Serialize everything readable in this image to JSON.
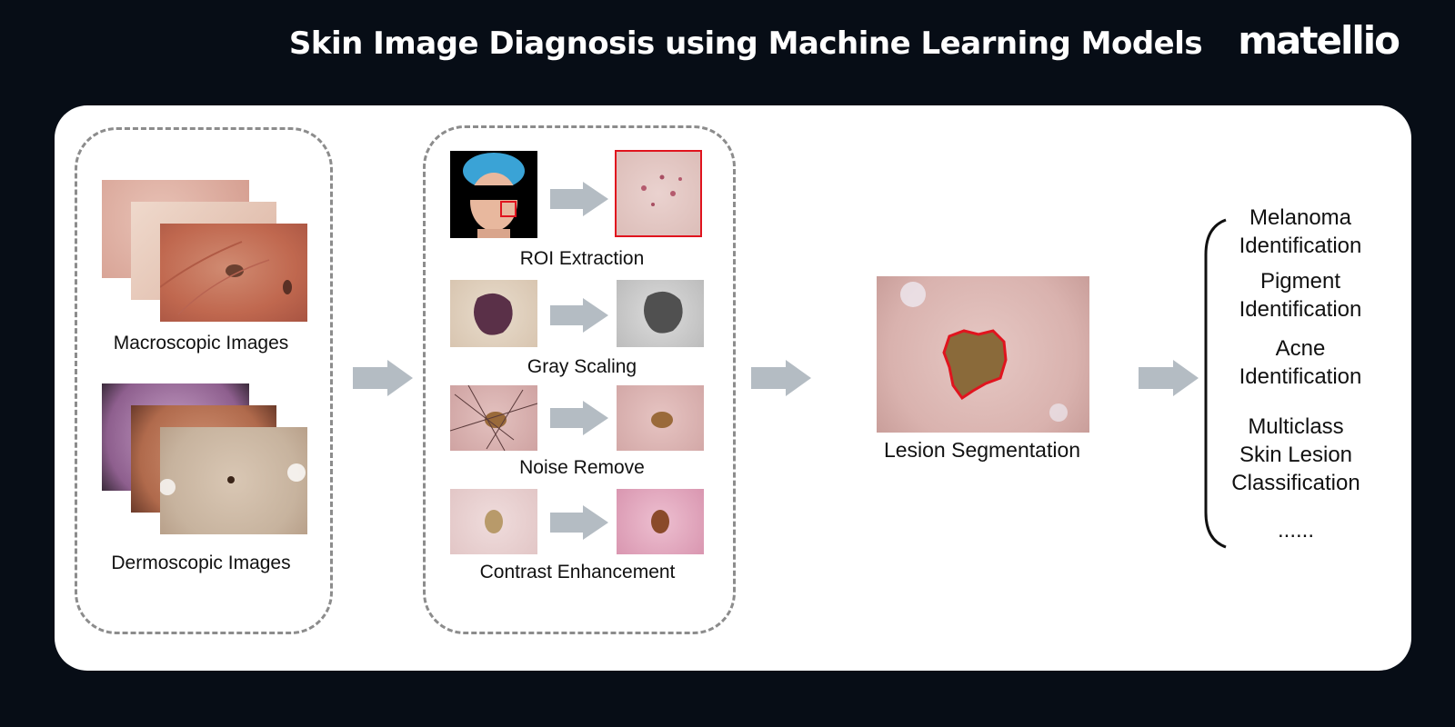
{
  "header": {
    "title": "Skin Image Diagnosis using Machine Learning Models",
    "logo": "matellio"
  },
  "inputs": {
    "macroscopic_label": "Macroscopic Images",
    "dermoscopic_label": "Dermoscopic Images"
  },
  "preprocessing": {
    "steps": [
      {
        "label": "ROI Extraction"
      },
      {
        "label": "Gray Scaling"
      },
      {
        "label": "Noise Remove"
      },
      {
        "label": "Contrast Enhancement"
      }
    ]
  },
  "segmentation": {
    "label": "Lesion Segmentation"
  },
  "outcomes": {
    "items": [
      {
        "label": "Melanoma Identification"
      },
      {
        "label": "Pigment Identification"
      },
      {
        "label": "Acne Identification"
      },
      {
        "label": "Multiclass Skin Lesion Classification"
      },
      {
        "label": "......"
      }
    ]
  },
  "colors": {
    "background": "#070d16",
    "panel": "#ffffff",
    "dashed_border": "#8c8c8c",
    "arrow": "#b4bcc3",
    "highlight": "#e0141e"
  }
}
